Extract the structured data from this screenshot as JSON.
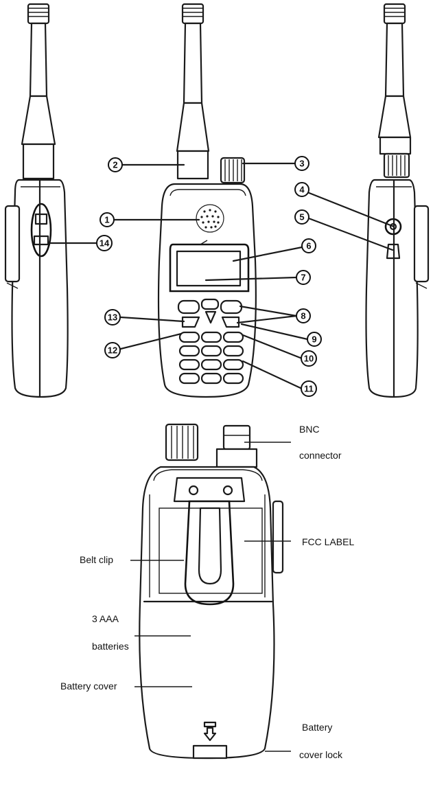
{
  "callouts": [
    "1",
    "2",
    "3",
    "4",
    "5",
    "6",
    "7",
    "8",
    "9",
    "10",
    "11",
    "12",
    "13",
    "14"
  ],
  "labels": {
    "bnc_line1": "BNC",
    "bnc_line2": "connector",
    "fcc_label": "FCC  LABEL",
    "belt_clip": "Belt clip",
    "batteries_line1": "3 AAA",
    "batteries_line2": "batteries",
    "battery_cover": "Battery cover",
    "cover_lock_line1": "Battery",
    "cover_lock_line2": "cover  lock"
  }
}
